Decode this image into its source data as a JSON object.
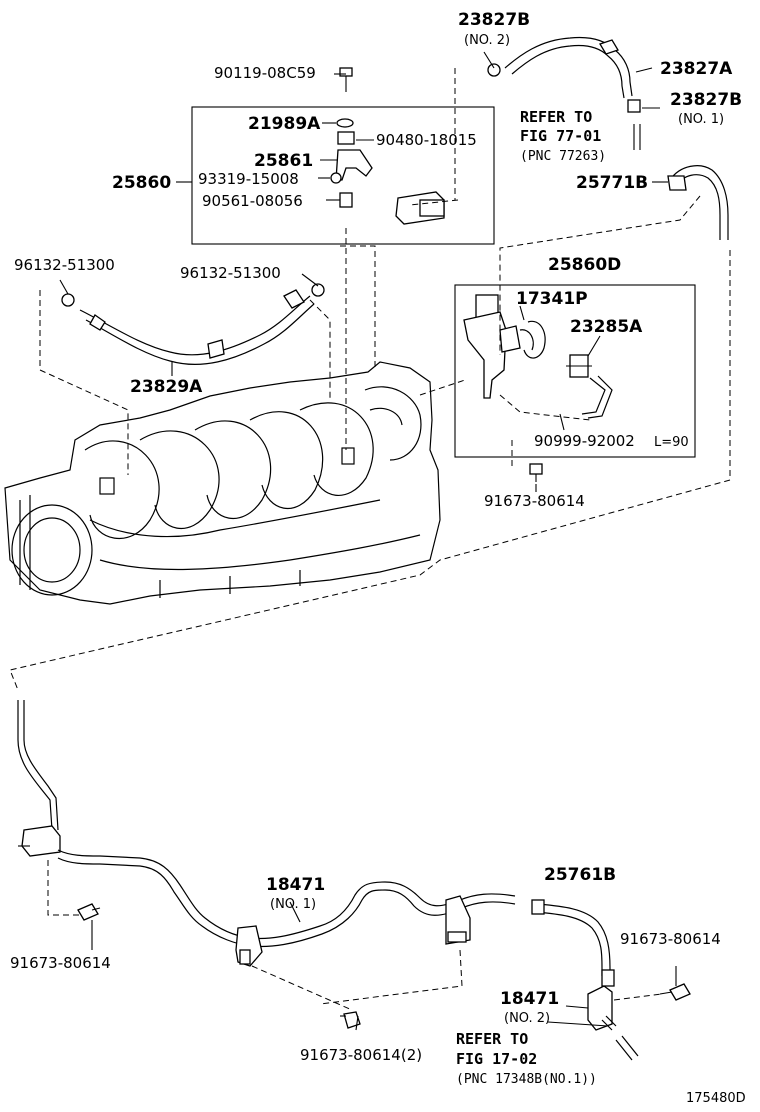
{
  "labels": {
    "p23827b_top": "23827B",
    "p23827b_top_sub": "(NO. 2)",
    "p23827a": "23827A",
    "p23827b_right": "23827B",
    "p23827b_right_sub": "(NO. 1)",
    "ref77_line1": "REFER TO",
    "ref77_line2": "FIG 77-01",
    "ref77_line3": "(PNC 77263)",
    "p25771b": "25771B",
    "p90119": "90119-08C59",
    "p21989a": "21989A",
    "p90480": "90480-18015",
    "p25861": "25861",
    "p25860": "25860",
    "p93319": "93319-15008",
    "p90561": "90561-08056",
    "p96132_left": "96132-51300",
    "p96132_mid": "96132-51300",
    "p23829a": "23829A",
    "p25860d": "25860D",
    "p17341p": "17341P",
    "p23285a": "23285A",
    "p90999": "90999-92002",
    "p90999_len": "L=90",
    "p91673_mid": "91673-80614",
    "p18471_no1": "18471",
    "p18471_no1_sub": "(NO. 1)",
    "p25761b": "25761B",
    "p91673_right": "91673-80614",
    "p91673_left": "91673-80614",
    "p18471_no2": "18471",
    "p18471_no2_sub": "(NO. 2)",
    "ref17_line1": "REFER TO",
    "ref17_line2": "FIG 17-02",
    "ref17_line3": "(PNC 17348B(NO.1))",
    "p91673_bottom": "91673-80614(2)",
    "figure_id": "175480D"
  }
}
